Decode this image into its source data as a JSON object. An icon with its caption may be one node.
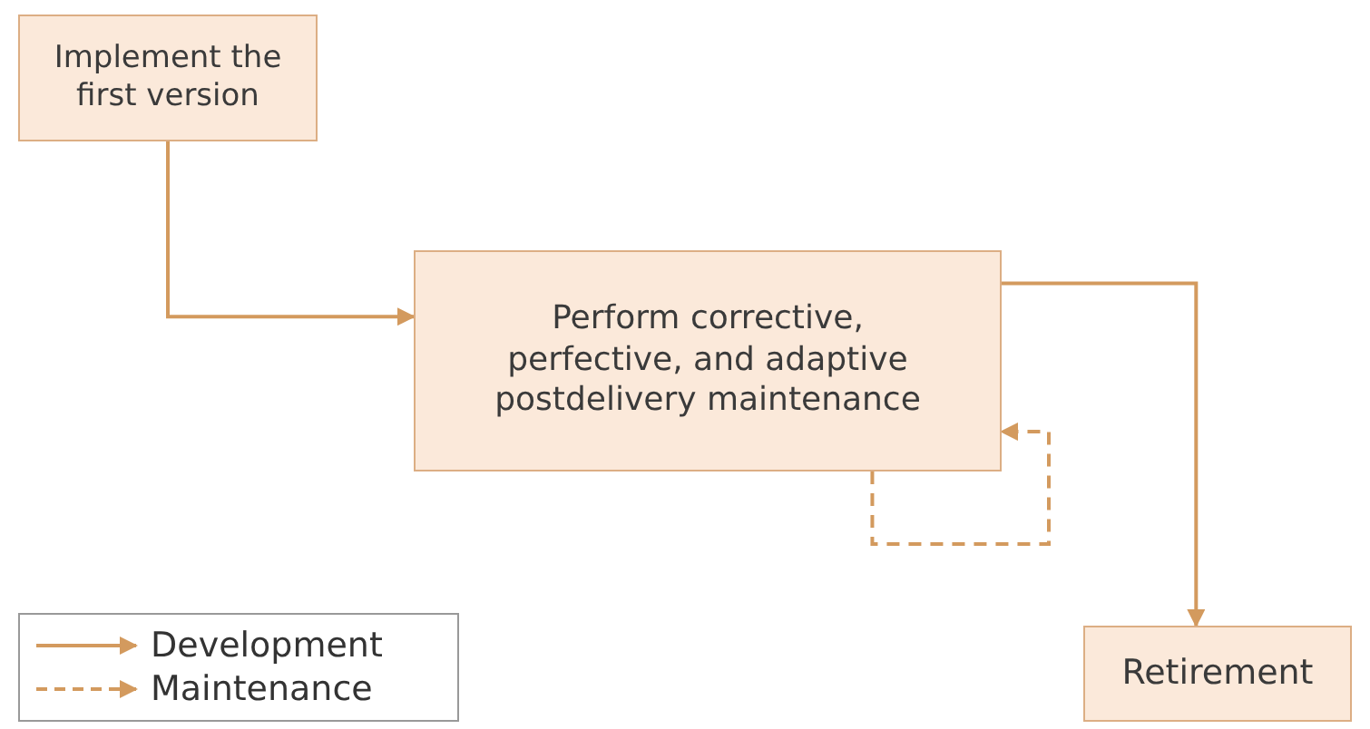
{
  "diagram": {
    "nodes": [
      {
        "text": [
          "Implement the first version"
        ]
      },
      {
        "text": [
          "Perform corrective, perfective, and adaptive postdelivery maintenance"
        ]
      },
      {
        "text": [
          "Retirement"
        ]
      }
    ],
    "edges": [
      {
        "from": 0,
        "to": 1,
        "arrow": "to"
      },
      {
        "from": 1,
        "to": 2,
        "arrow": "to"
      },
      {
        "from": 1,
        "to": 1,
        "arrow": "to",
        "style": "dashed"
      }
    ],
    "legend": [
      {
        "text": "Development"
      },
      {
        "text": "Maintenance"
      }
    ]
  }
}
